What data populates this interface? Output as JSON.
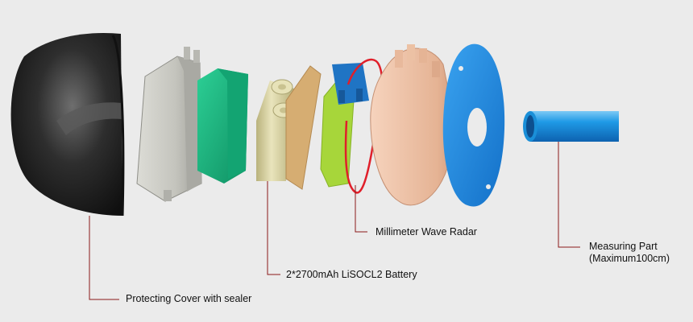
{
  "labels": {
    "cover": "Protecting Cover with sealer",
    "battery": "2*2700mAh LiSOCL2 Battery",
    "radar": "Millimeter Wave Radar",
    "measuring_line1": "Measuring Part",
    "measuring_line2": "(Maximum100cm)"
  },
  "colors": {
    "background": "#ebebeb",
    "leader_line": "#8b1a1a",
    "cover": "#2a2a2a",
    "housing": "#c9c9c4",
    "green_block": "#19b582",
    "battery": "#d8d2a0",
    "board_tan": "#d8b27a",
    "board_green": "#a8d83a",
    "radar_module": "#1f74c4",
    "red_wire": "#e01f2a",
    "copper_body": "#eec2a6",
    "blue_flange": "#1c86e0",
    "measuring_tube": "#1d9ee6"
  }
}
